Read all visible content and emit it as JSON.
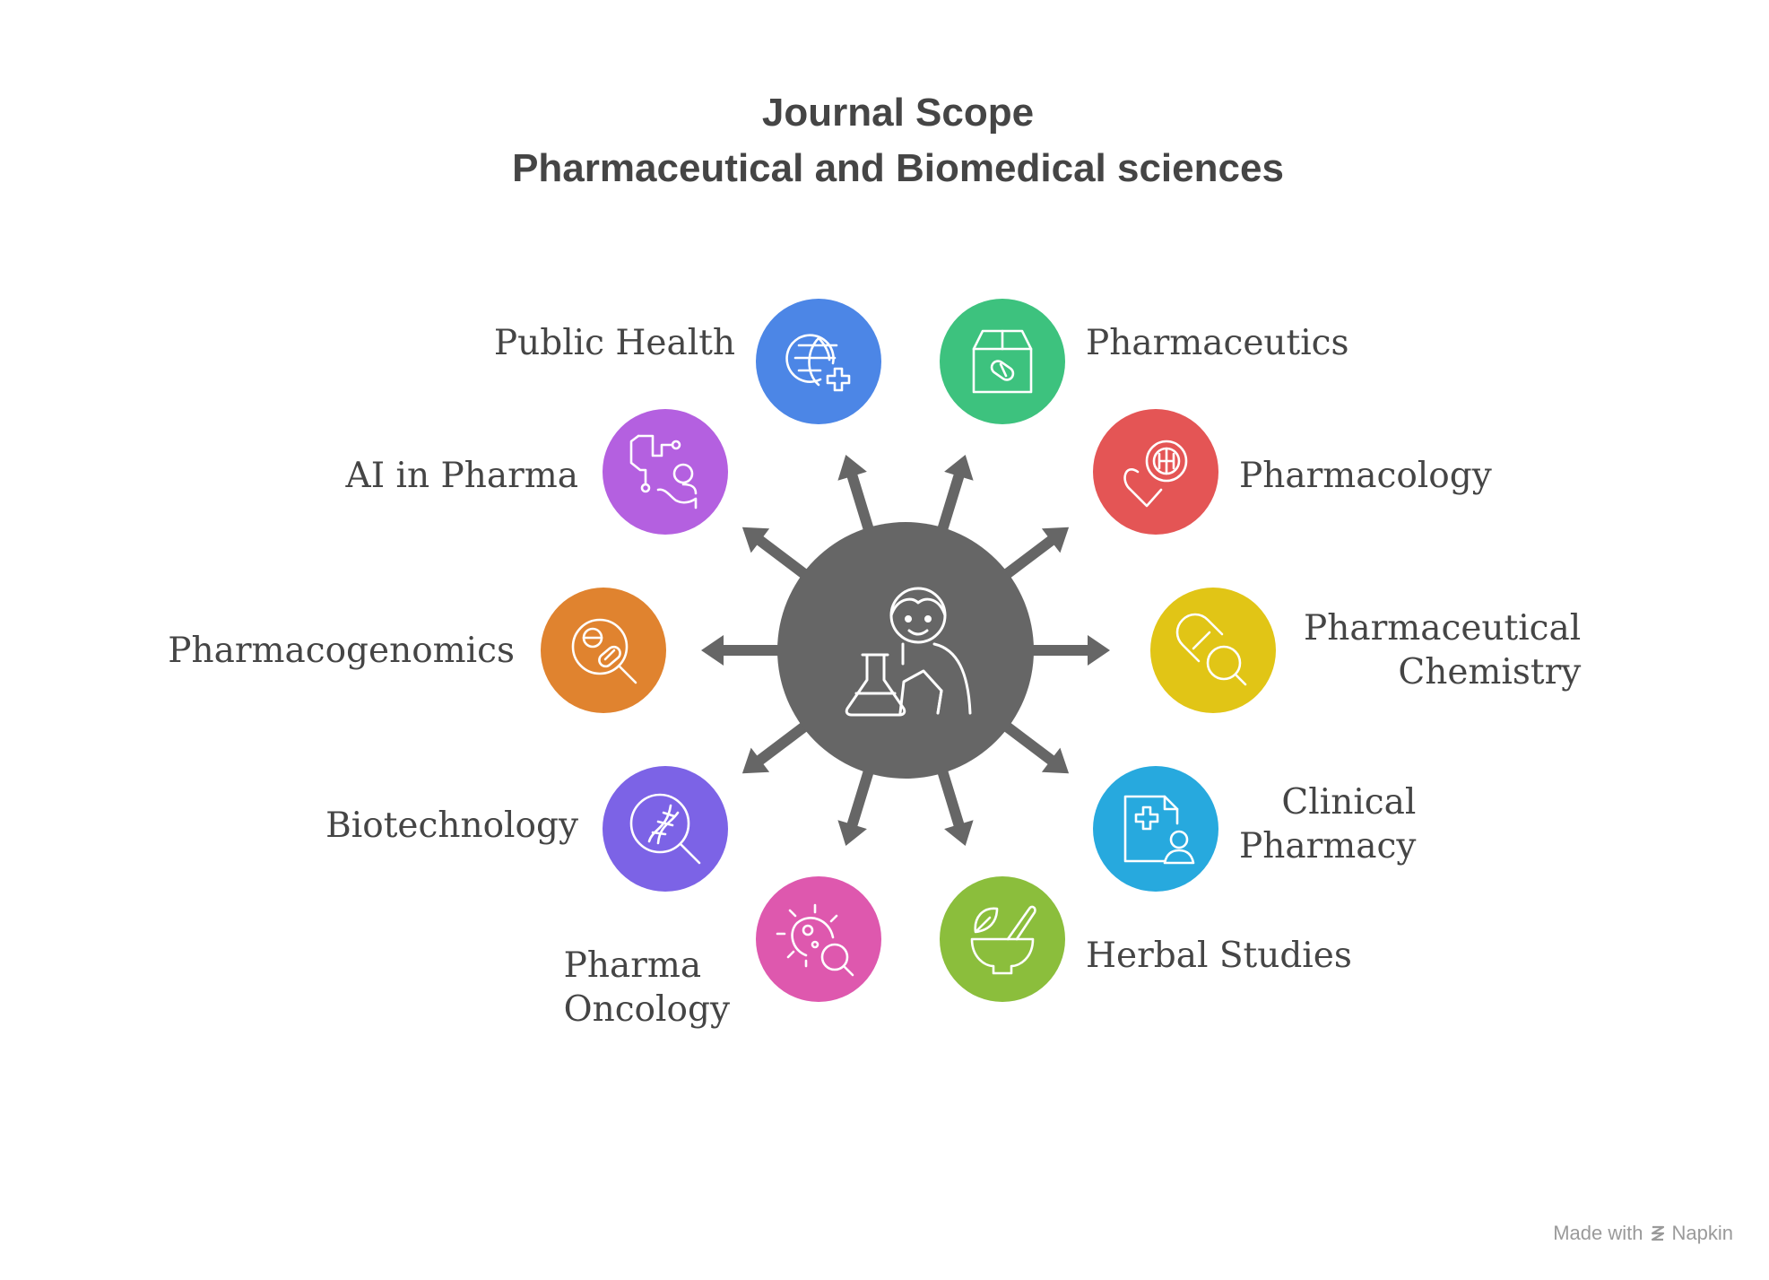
{
  "title": {
    "line1": "Journal Scope",
    "line2": "Pharmaceutical and Biomedical sciences"
  },
  "center": {
    "icon": "scientist-with-flask-icon",
    "color": "#666666"
  },
  "nodes": [
    {
      "id": "public-health",
      "lines": [
        "Public Health"
      ],
      "color": "#4C86E6",
      "icon": "globe-plus-icon"
    },
    {
      "id": "pharmaceutics",
      "lines": [
        "Pharmaceutics"
      ],
      "color": "#3DC27E",
      "icon": "pill-box-icon"
    },
    {
      "id": "ai-in-pharma",
      "lines": [
        "AI in Pharma"
      ],
      "color": "#B460E0",
      "icon": "ai-person-icon"
    },
    {
      "id": "pharmacology",
      "lines": [
        "Pharmacology"
      ],
      "color": "#E45555",
      "icon": "heart-virus-icon"
    },
    {
      "id": "pharmacogenomics",
      "lines": [
        "Pharmacogenomics"
      ],
      "color": "#E0832F",
      "icon": "pill-magnifier-icon"
    },
    {
      "id": "pharmaceutical-chemistry",
      "lines": [
        "Pharmaceutical",
        "Chemistry"
      ],
      "color": "#E1C516",
      "icon": "capsule-search-icon"
    },
    {
      "id": "biotechnology",
      "lines": [
        "Biotechnology"
      ],
      "color": "#7C63E6",
      "icon": "dna-search-icon"
    },
    {
      "id": "clinical-pharmacy",
      "lines": [
        "Clinical",
        "Pharmacy"
      ],
      "color": "#27A9DE",
      "icon": "medical-record-icon"
    },
    {
      "id": "pharma-oncology",
      "lines": [
        "Pharma",
        "Oncology"
      ],
      "color": "#DE58AE",
      "icon": "cell-search-icon"
    },
    {
      "id": "herbal-studies",
      "lines": [
        "Herbal Studies"
      ],
      "color": "#8BBE3C",
      "icon": "mortar-leaf-icon"
    }
  ],
  "footer": {
    "text1": "Made with",
    "text2": "Napkin"
  }
}
